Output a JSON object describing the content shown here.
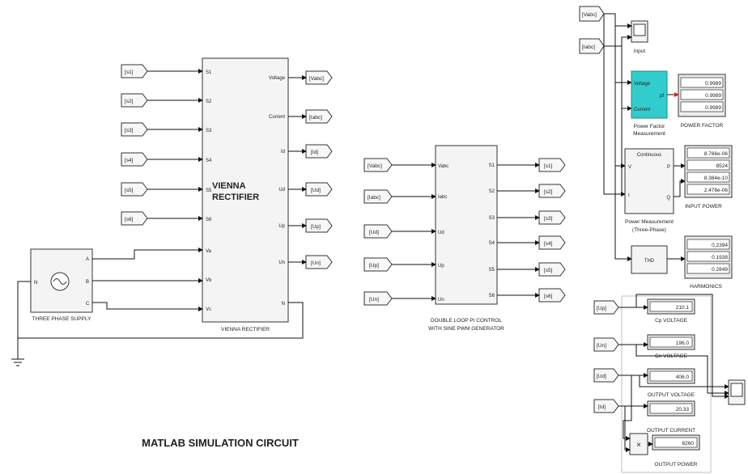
{
  "title": "MATLAB SIMULATION CIRCUIT",
  "rectifier": {
    "caption": "VIENNA RECTIFIER",
    "label_line1": "VIENNA",
    "label_line2": "RECTIFIER",
    "in_ports": [
      "S1",
      "S2",
      "S3",
      "S4",
      "S5",
      "S6",
      "Va",
      "Vb",
      "Vc"
    ],
    "out_ports": [
      "Voltage",
      "Current",
      "Id",
      "Ud",
      "Up",
      "Un",
      "N"
    ]
  },
  "rect_in_tags": [
    "[s1]",
    "[s2]",
    "[s3]",
    "[s4]",
    "[s5]",
    "[s6]"
  ],
  "rect_out_tags": [
    "[Vabc]",
    "[Iabc]",
    "[Id]",
    "[Ud]",
    "[Up]",
    "[Un]"
  ],
  "supply": {
    "caption": "THREE PHASE SUPPLY",
    "ports": [
      "A",
      "B",
      "C"
    ],
    "neutral": "N"
  },
  "controller": {
    "caption_line1": "DOUBLE LOOP PI CONTROL",
    "caption_line2": "WITH SINE PWM GENERATOR",
    "in_ports": [
      "Vabc",
      "Iabc",
      "Ud",
      "Up",
      "Un"
    ],
    "out_ports": [
      "S1",
      "S2",
      "S3",
      "S4",
      "S5",
      "S6"
    ]
  },
  "ctrl_in_tags": [
    "[Vabc]",
    "[Iabc]",
    "[Ud]",
    "[Up]",
    "[Un]"
  ],
  "ctrl_out_tags": [
    "[s1]",
    "[s2]",
    "[s3]",
    "[s4]",
    "[s5]",
    "[s6]"
  ],
  "scope_input": {
    "caption": "Input",
    "tags": [
      "[Vabc]",
      "[Iabc]"
    ]
  },
  "power_factor": {
    "block_ports": [
      "Voltage",
      "Current",
      "pf"
    ],
    "block_caption_line1": "Power Factor",
    "block_caption_line2": "Measurement",
    "display_caption": "POWER FACTOR",
    "values": [
      "0.9989",
      "0.9989",
      "0.9989"
    ],
    "accent": "#33cccc",
    "caption_color": "#cc2222"
  },
  "power_meas": {
    "header": "Continuous",
    "ports": [
      "V",
      "I",
      "P",
      "Q"
    ],
    "caption_line1": "Power Measurement",
    "caption_line2": "(Three-Phase)",
    "display_caption": "INPUT POWER",
    "values": [
      "8.766e-06",
      "8524",
      "8.384e-10",
      "2.478e-06"
    ]
  },
  "thd": {
    "label": "THD",
    "display_caption": "HARMONICS",
    "values": [
      "0.2394",
      "0.1938",
      "0.2849"
    ],
    "color": "#2244cc"
  },
  "outputs": {
    "tags": [
      "[Up]",
      "[Un]",
      "[Ud]",
      "[Id]"
    ],
    "displays": [
      {
        "value": "210.1",
        "caption": "Cp VOLTAGE"
      },
      {
        "value": "196.0",
        "caption": "Cn VOLTAGE"
      },
      {
        "value": "406.0",
        "caption": "OUTPUT VOLTAGE"
      },
      {
        "value": "20.33",
        "caption": "OUTPUT CURRENT"
      },
      {
        "value": "8260",
        "caption": "OUTPUT POWER"
      }
    ],
    "product_symbol": "×"
  },
  "icons": [
    "ac-source-icon",
    "ground-icon",
    "scope-icon"
  ]
}
